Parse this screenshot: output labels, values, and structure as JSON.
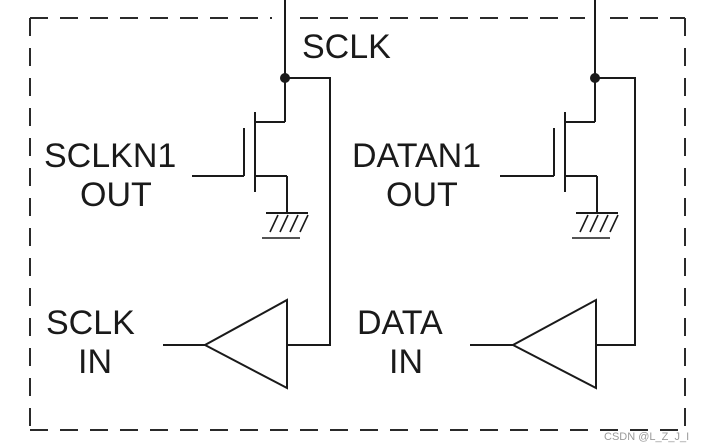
{
  "labels": {
    "sclk_net": "SCLK",
    "sclkn1": "SCLKN1",
    "sclk_out": "OUT",
    "datan1": "DATAN1",
    "data_out": "OUT",
    "sclk_in_1": "SCLK",
    "sclk_in_2": "IN",
    "data_in_1": "DATA",
    "data_in_2": "IN"
  },
  "watermark": "CSDN @L_Z_J_I",
  "colors": {
    "line": "#1a1a1a",
    "boundary": "#2a2a2a",
    "background": "#ffffff"
  }
}
